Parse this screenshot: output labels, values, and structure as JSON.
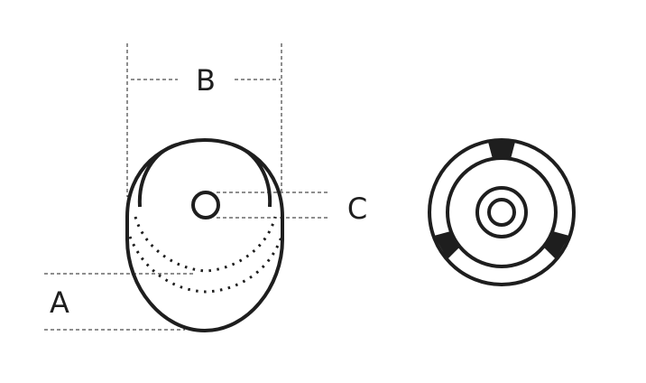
{
  "labels": {
    "a": "A",
    "b": "B",
    "c": "C"
  },
  "colors": {
    "stroke": "#1e1e1e",
    "background": "#ffffff"
  }
}
